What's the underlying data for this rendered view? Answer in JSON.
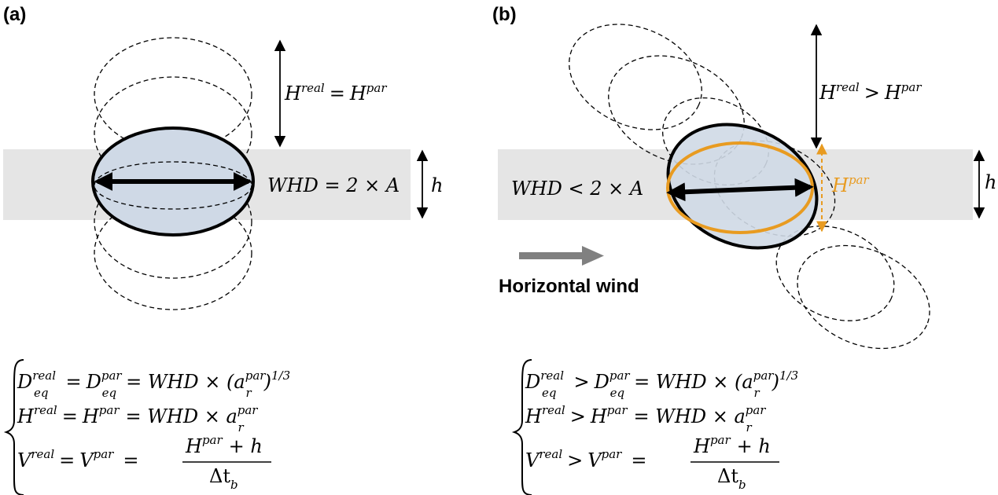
{
  "colors": {
    "band": "#e5e5e5",
    "drop_fill": "#cfd9e6",
    "outline": "#000000",
    "orange": "#e89b21",
    "wind_arrow": "#808080"
  },
  "panel_a": {
    "label": "(a)",
    "height_eq": {
      "H": "H",
      "real": "real",
      "rel": "=",
      "H2": "H",
      "par": "par"
    },
    "whd_eq": "WHD = 2 × A",
    "h_label": "h",
    "equations": {
      "line1": {
        "D1": "D",
        "sup1": "real",
        "sub1": "eq",
        "rel": "=",
        "D2": "D",
        "sup2": "par",
        "sub2": "eq",
        "rhs": "=  WHD × (a",
        "sup3": "par",
        "sub3": "r",
        "tail": ")",
        "exp": "1/3"
      },
      "line2": {
        "H1": "H",
        "sup1": "real",
        "rel": "=",
        "H2": "H",
        "sup2": "par",
        "rhs": "=  WHD × a",
        "sup3": "par",
        "sub3": "r"
      },
      "line3": {
        "V1": "V",
        "sup1": "real",
        "rel": "=",
        "V2": "V",
        "sup2": "par",
        "eq": "=",
        "num_H": "H",
        "num_sup": "par",
        "num_tail": "+ h",
        "den": "Δt",
        "den_sub": "b"
      }
    }
  },
  "panel_b": {
    "label": "(b)",
    "height_eq": {
      "H": "H",
      "real": "real",
      "rel": ">",
      "H2": "H",
      "par": "par"
    },
    "whd_eq": "WHD < 2 × A",
    "h_label": "h",
    "hpar_label": {
      "H": "H",
      "par": "par"
    },
    "wind_label": "Horizontal wind",
    "equations": {
      "line1": {
        "D1": "D",
        "sup1": "real",
        "sub1": "eq",
        "rel": ">",
        "D2": "D",
        "sup2": "par",
        "sub2": "eq",
        "rhs": "=  WHD × (a",
        "sup3": "par",
        "sub3": "r",
        "tail": ")",
        "exp": "1/3"
      },
      "line2": {
        "H1": "H",
        "sup1": "real",
        "rel": ">",
        "H2": "H",
        "sup2": "par",
        "rhs": "=  WHD × a",
        "sup3": "par",
        "sub3": "r"
      },
      "line3": {
        "V1": "V",
        "sup1": "real",
        "rel": ">",
        "V2": "V",
        "sup2": "par",
        "eq": "=",
        "num_H": "H",
        "num_sup": "par",
        "num_tail": "+ h",
        "den": "Δt",
        "den_sub": "b"
      }
    }
  }
}
